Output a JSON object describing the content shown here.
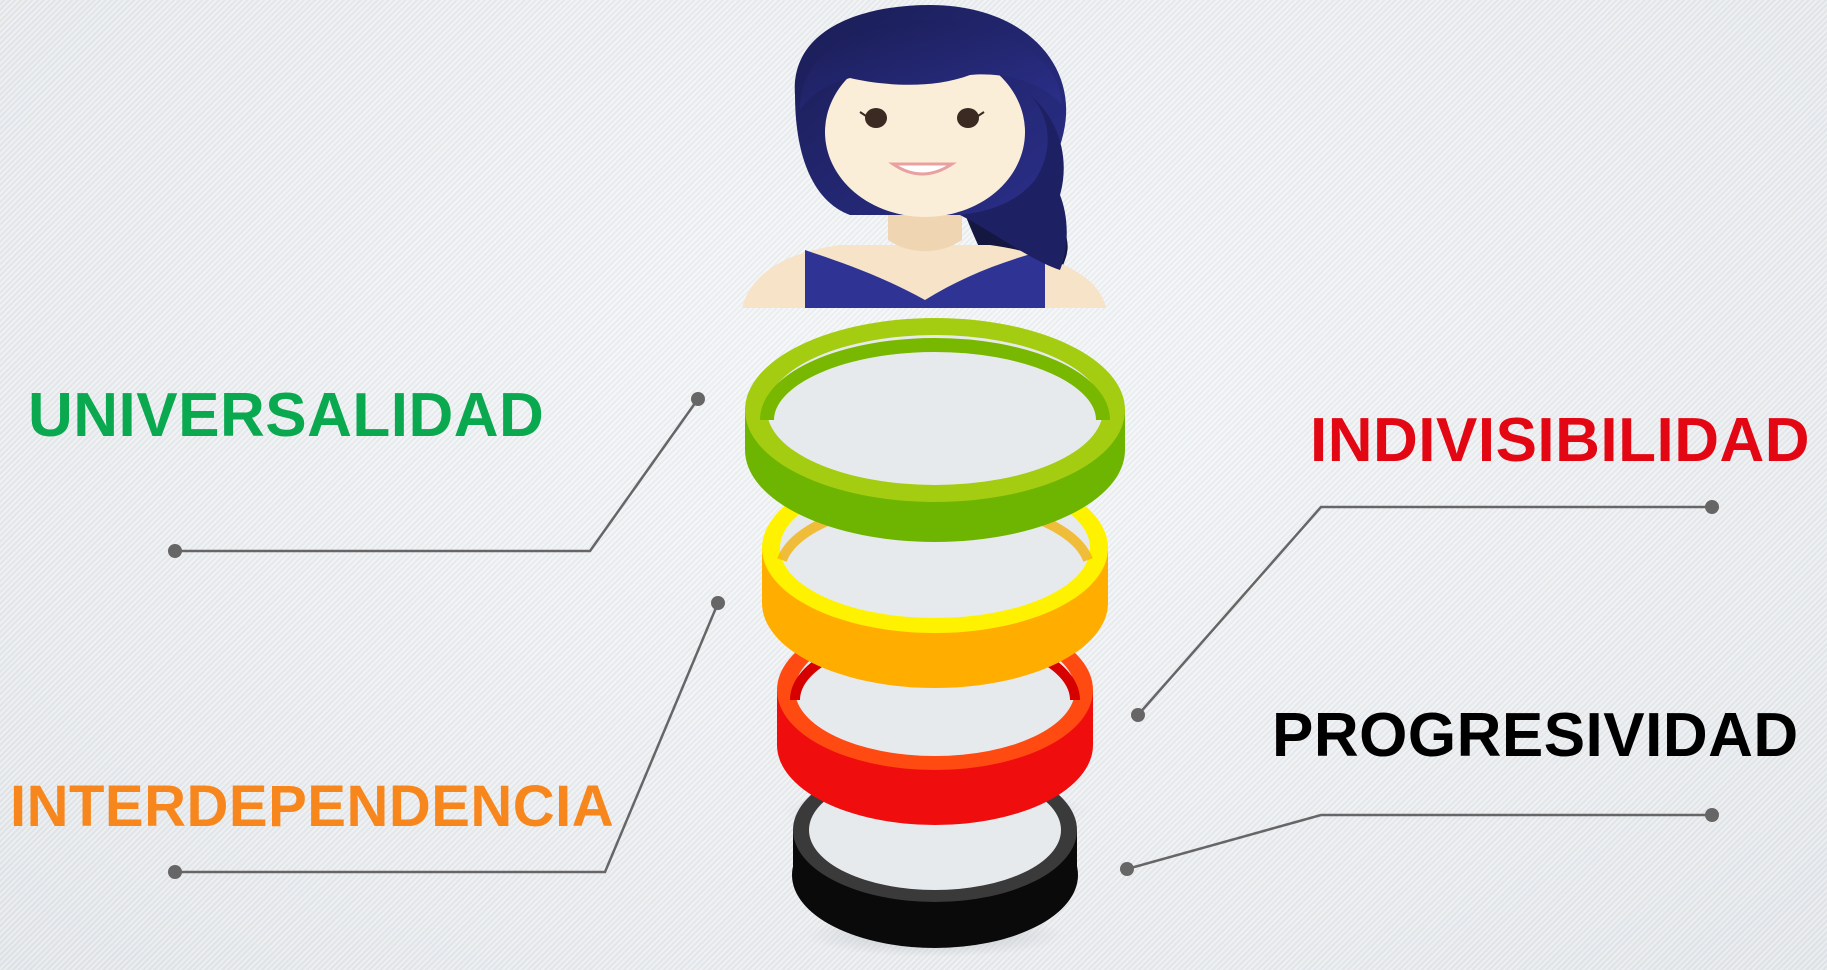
{
  "labels": {
    "universalidad": "UNIVERSALIDAD",
    "interdependencia": "INTERDEPENDENCIA",
    "indivisibilidad": "INDIVISIBILIDAD",
    "progresividad": "PROGRESIVIDAD"
  },
  "colors": {
    "universalidad": "#0aa84f",
    "interdependencia": "#f7861c",
    "indivisibilidad": "#e30613",
    "progresividad": "#000000",
    "connector": "#666666"
  },
  "illustration": {
    "figure": "woman-avatar-icon",
    "rings": [
      "green-ring",
      "yellow-ring",
      "red-ring",
      "black-ring"
    ]
  }
}
